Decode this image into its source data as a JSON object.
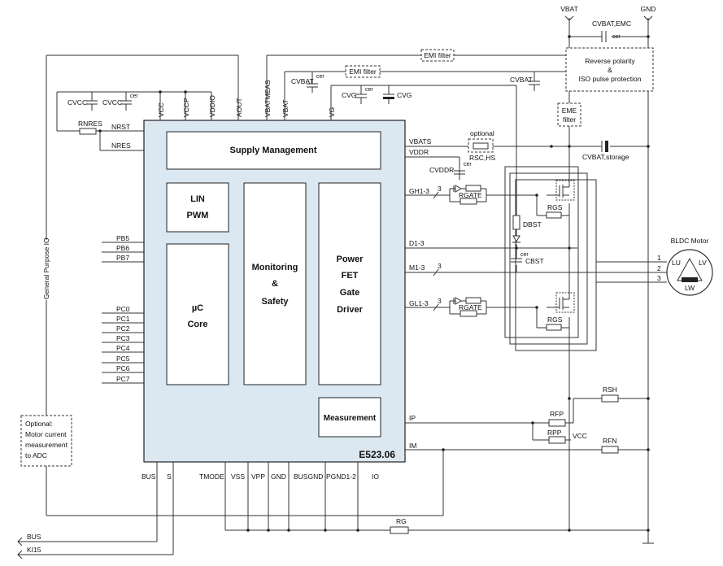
{
  "chip": {
    "name": "E523.06"
  },
  "blocks": {
    "supply": "Supply Management",
    "lin": [
      "LIN",
      "PWM"
    ],
    "uc": [
      "µC",
      "Core"
    ],
    "monitoring": [
      "Monitoring",
      "&",
      "Safety"
    ],
    "driver": [
      "Power",
      "FET",
      "Gate",
      "Driver"
    ],
    "measurement": "Measurement"
  },
  "pins_top": [
    "VCC",
    "VCCP",
    "VDDIO",
    "AOUT",
    "VBATMEAS",
    "VBAT",
    "VG"
  ],
  "pins_left": [
    "NRST",
    "NRES",
    "PB5",
    "PB6",
    "PB7",
    "PC0",
    "PC1",
    "PC2",
    "PC3",
    "PC4",
    "PC5",
    "PC6",
    "PC7"
  ],
  "pins_right": [
    "VBATS",
    "VDDR",
    "GH1-3",
    "D1-3",
    "M1-3",
    "GL1-3",
    "IP",
    "IM"
  ],
  "pins_bottom": [
    "BUS",
    "S",
    "TMODE",
    "VSS",
    "VPP",
    "GND",
    "BUSGND",
    "PGND1-2",
    "IO"
  ],
  "components": {
    "cvcc1": "CVCC",
    "cvcc2": "CVCC",
    "rnres": "RNRES",
    "cvbat1": "CVBAT",
    "cvg1": "CVG",
    "cvg2": "CVG",
    "cvbat2": "CVBAT",
    "cvddr": "CVDDR",
    "rgate1": "RGATE",
    "rgate2": "RGATE",
    "dbst": "DBST",
    "cbst": "CBST",
    "rgs1": "RGS",
    "rgs2": "RGS",
    "rsh": "RSH",
    "rfp": "RFP",
    "rpp": "RPP",
    "rfn": "RFN",
    "rg": "RG",
    "rschs": "RSC,HS",
    "cvbatemc": "CVBAT,EMC",
    "cvbatstorage": "CVBAT,storage"
  },
  "cer": "cer",
  "bus3": "3",
  "optional": "optional",
  "vcc_label": "VCC",
  "emi_filter": "EMI filter",
  "eme_filter": [
    "EME",
    "filter"
  ],
  "protection": [
    "Reverse polarity",
    "&",
    "ISO pulse protection"
  ],
  "rails": {
    "vbat": "VBAT",
    "gnd": "GND"
  },
  "motor": {
    "title": "BLDC Motor",
    "phases": [
      "LU",
      "LV",
      "LW"
    ],
    "terminals": [
      "1",
      "2",
      "3"
    ]
  },
  "gpio_label": "General Purpose IO",
  "opt_adc": [
    "Optional:",
    "Motor current",
    "measurement",
    "to ADC"
  ],
  "bus_labels": [
    "BUS",
    "KI15"
  ]
}
